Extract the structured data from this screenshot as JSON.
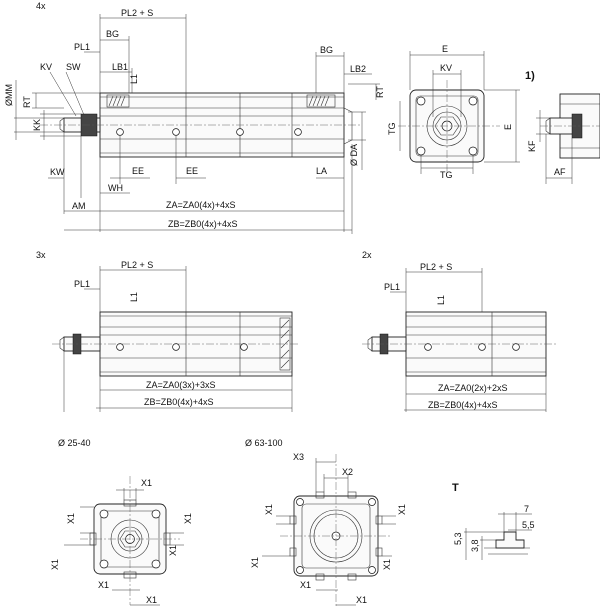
{
  "sections": {
    "s4x": "4x",
    "s3x": "3x",
    "s2x": "2x",
    "d25": "Ø 25-40",
    "d63": "Ø 63-100",
    "t": "T",
    "note1": "1)"
  },
  "dims": {
    "pl2s": "PL2 + S",
    "pl1": "PL1",
    "bg": "BG",
    "lb1": "LB1",
    "lb2": "LB2",
    "l1": "L1",
    "kv": "KV",
    "sw": "SW",
    "rt": "RT",
    "mm": "ØMM",
    "kk": "KK",
    "kw": "KW",
    "ee": "EE",
    "wh": "WH",
    "am": "AM",
    "la": "LA",
    "da": "Ø DA",
    "e": "E",
    "tg": "TG",
    "kf": "KF",
    "af": "AF",
    "za4": "ZA=ZA0(4x)+4xS",
    "zb4": "ZB=ZB0(4x)+4xS",
    "za3": "ZA=ZA0(3x)+3xS",
    "zb3": "ZB=ZB0(4x)+4xS",
    "za2": "ZA=ZA0(2x)+2xS",
    "zb2": "ZB=ZB0(4x)+4xS",
    "x1": "X1",
    "x2": "X2",
    "x3": "X3",
    "t7": "7",
    "t55": "5,5",
    "t53": "5,3",
    "t38": "3,8"
  },
  "colors": {
    "line": "#222222",
    "fill": "#fafafa"
  }
}
